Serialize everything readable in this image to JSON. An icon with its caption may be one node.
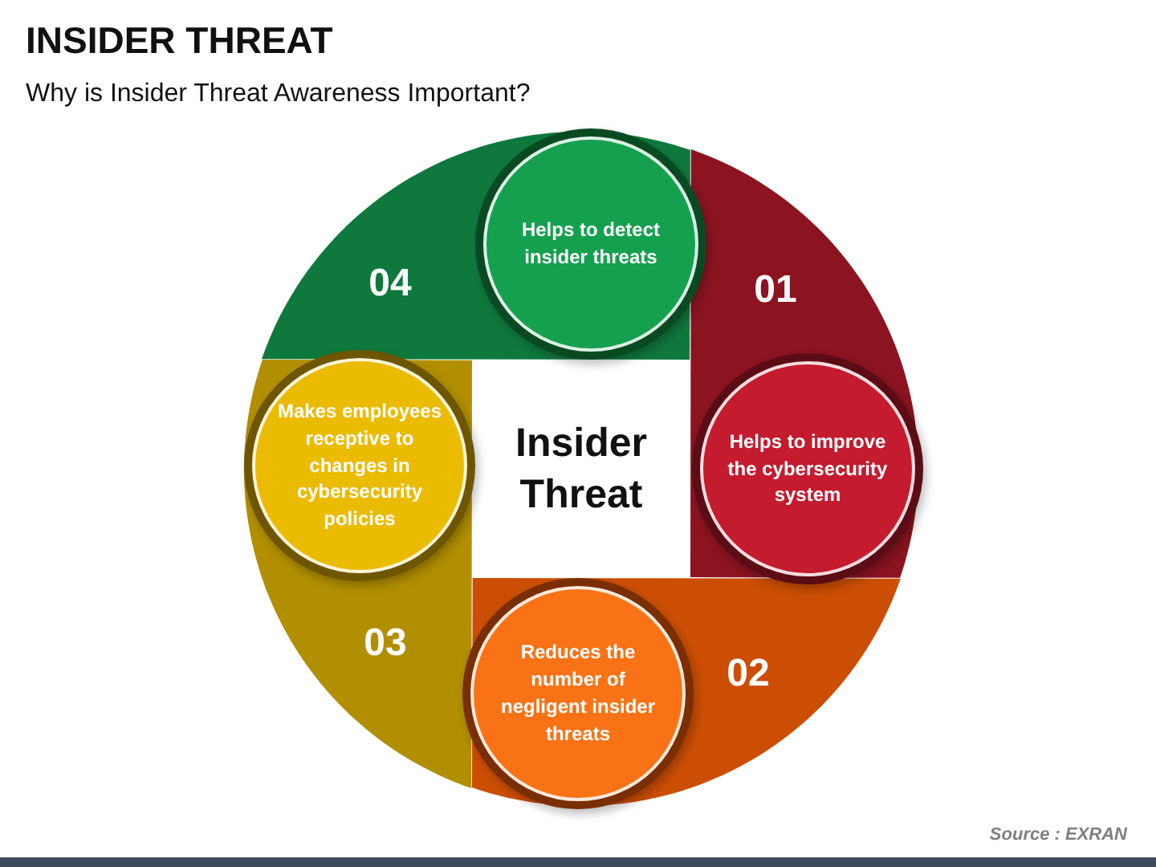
{
  "diagram": {
    "title": "INSIDER THREAT",
    "nodes": [
      {
        "text": [
          "01"
        ]
      },
      {
        "text": [
          "Helps to improve the cybersecurity system"
        ],
        "in": 0
      },
      {
        "text": [
          "02"
        ]
      },
      {
        "text": [
          "Reduces the number of negligent insider threats"
        ],
        "in": 2
      },
      {
        "text": [
          "03"
        ]
      },
      {
        "text": [
          "Makes employees receptive to changes in cybersecurity policies"
        ],
        "in": 4
      },
      {
        "text": [
          "04"
        ]
      },
      {
        "text": [
          "Helps to detect insider threats"
        ],
        "in": 6
      },
      {
        "text": [
          "Insider Threat"
        ]
      }
    ],
    "labels": [
      "Why is Insider Threat Awareness Important?",
      "Source : EXRAN"
    ]
  }
}
